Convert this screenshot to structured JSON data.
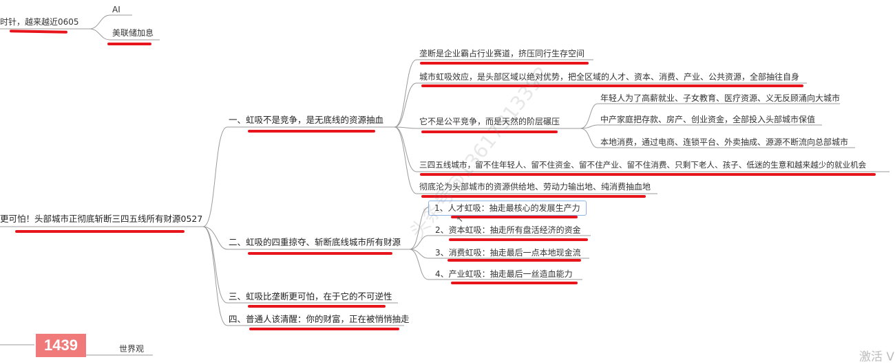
{
  "root": {
    "label": "更可怕！头部城市正彻底斩断三四五线所有财源0527"
  },
  "top_branch": {
    "label": "时针，越来越近0605",
    "children": [
      "AI",
      "美联储加息"
    ]
  },
  "branches": [
    {
      "label": "一、虹吸不是竞争，是无底线的资源抽血",
      "children": [
        {
          "label": "垄断是企业霸占行业赛道，挤压同行生存空间"
        },
        {
          "label": "城市虹吸效应，是头部区域以绝对优势，把全区域的人才、资本、消费、产业、公共资源，全部抽往自身"
        },
        {
          "label": "它不是公平竞争，而是天然的阶层碾压",
          "children": [
            "年轻人为了高薪就业、子女教育、医疗资源、义无反顾涌向大城市",
            "中产家庭把存款、房产、创业资金，全部投入头部城市保值",
            "本地消费，通过电商、连锁平台、外卖抽成、源源不断流向总部城市"
          ]
        },
        {
          "label": "三四五线城市，留不住年轻人、留不住资金、留不住产业、留不住消费、只剩下老人、孩子、低迷的生意和越来越少的就业机会"
        },
        {
          "label": "彻底沦为头部城市的资源供给地、劳动力输出地、纯消费抽血地"
        }
      ]
    },
    {
      "label": "二、虹吸的四重掠夺、斩断底线城市所有财源",
      "children": [
        {
          "label": "1、人才虹吸：抽走最核心的发展生产力"
        },
        {
          "label": "2、资本虹吸：抽走所有盘活经济的资金"
        },
        {
          "label": "3、消费虹吸：抽走最后一点本地现金流"
        },
        {
          "label": "4、产业虹吸：抽走最后一丝造血能力"
        }
      ]
    },
    {
      "label": "三、虹吸比垄断更可怕，在于它的不可逆性"
    },
    {
      "label": "四、普通人该清醒：你的财富，正在被悄悄抽走"
    }
  ],
  "bottom": {
    "badge": "1439",
    "node": "世界观"
  },
  "watermark": "头条号@13617313392",
  "corner_text": "激活 V",
  "colors": {
    "line": "#9a9a9a",
    "underline": "#999999",
    "marker": "#e8141b",
    "badge": "#f07a7a",
    "box_border": "#8fb3e6"
  }
}
